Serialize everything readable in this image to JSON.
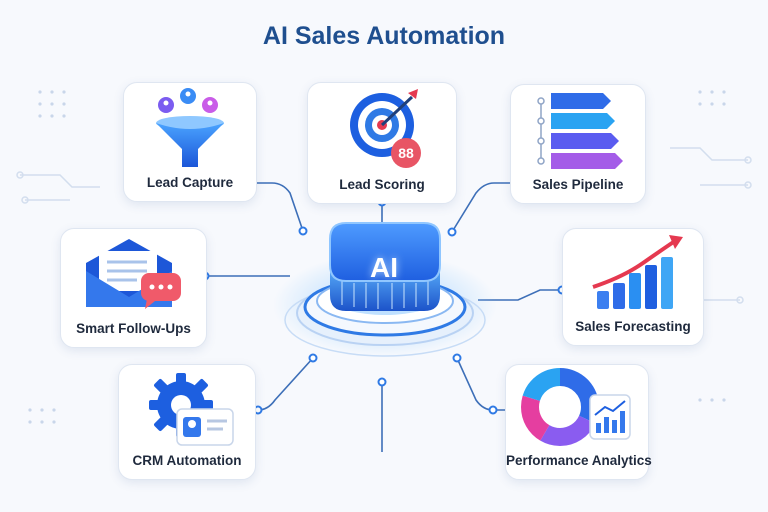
{
  "title": "AI Sales Automation",
  "hub": {
    "label": "AI"
  },
  "cards": {
    "lead_capture": {
      "label": "Lead Capture",
      "icon": "funnel-icon"
    },
    "lead_scoring": {
      "label": "Lead Scoring",
      "icon": "target-icon",
      "badge": "88"
    },
    "sales_pipeline": {
      "label": "Sales Pipeline",
      "icon": "pipeline-icon"
    },
    "smart_follow_ups": {
      "label": "Smart Follow-Ups",
      "icon": "envelope-chat-icon"
    },
    "sales_forecasting": {
      "label": "Sales Forecasting",
      "icon": "growth-chart-icon"
    },
    "crm_automation": {
      "label": "CRM Automation",
      "icon": "gear-contact-icon"
    },
    "performance_analytics": {
      "label": "Performance Analytics",
      "icon": "donut-chart-icon"
    }
  },
  "colors": {
    "accent": "#2f7ae5",
    "title": "#1f4f8f",
    "hub": "#1d63e0"
  }
}
